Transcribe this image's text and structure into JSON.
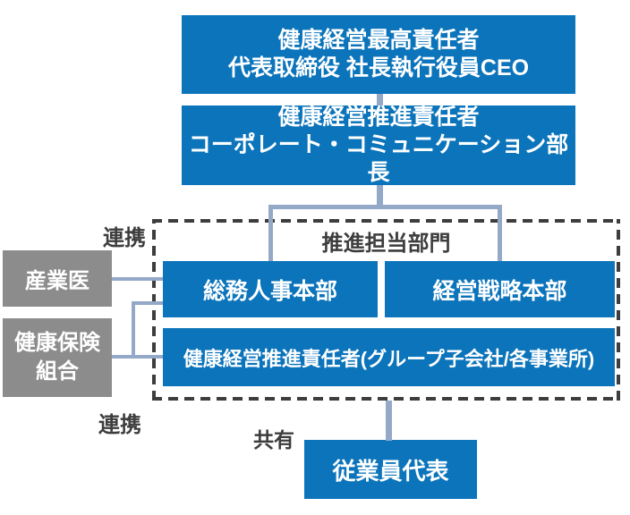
{
  "colors": {
    "box_blue": "#0b74bb",
    "box_gray": "#8c8c8c",
    "connector": "#94a9c8",
    "dash": "#3d3d3d",
    "text_dark": "#3d3d3d",
    "text_light": "#ffffff",
    "background": "#ffffff"
  },
  "diagram": {
    "nodes": {
      "ceo": "健康経営最高責任者\n代表取締役 社長執行役員CEO",
      "promotion_leader": "健康経営推進責任者\nコーポレート・コミュニケーション部長",
      "promotion_dept_group": "推進担当部門",
      "general_affairs_hr": "総務人事本部",
      "management_strategy": "経営戦略本部",
      "group_promotion_leaders": "健康経営推進責任者(グループ子会社/各事業所)",
      "employee_representative": "従業員代表",
      "occupational_physician": "産業医",
      "health_insurance_union": "健康保険\n組合"
    },
    "edge_labels": {
      "renkei_top": "連携",
      "renkei_bottom": "連携",
      "kyoyu": "共有"
    }
  }
}
